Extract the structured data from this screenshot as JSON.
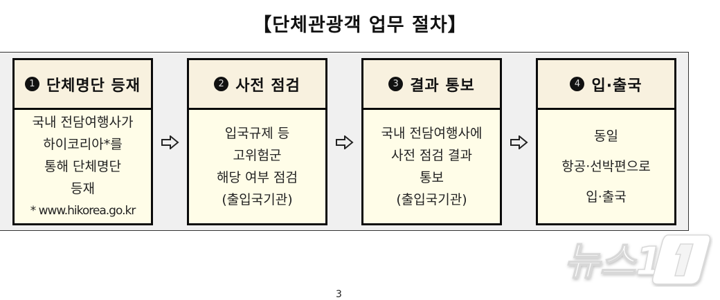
{
  "title": "【단체관광객  업무  절차】",
  "steps": [
    {
      "number": "1",
      "heading": "단체명단 등재",
      "body": [
        "국내 전담여행사가",
        "하이코리아*를",
        "통해 단체명단",
        "등재"
      ],
      "note": "* www.hikorea.go.kr"
    },
    {
      "number": "2",
      "heading": "사전 점검",
      "body": [
        "입국규제 등",
        "고위험군",
        "해당 여부 점검",
        "(출입국기관)"
      ]
    },
    {
      "number": "3",
      "heading": "결과 통보",
      "body": [
        "국내 전담여행사에",
        "사전 점검 결과",
        "통보",
        "(출입국기관)"
      ]
    },
    {
      "number": "4",
      "heading": "입·출국",
      "body": [
        "동일",
        "항공·선박편으로",
        "입·출국"
      ]
    }
  ],
  "arrows": [
    "right-arrow-icon",
    "right-arrow-icon",
    "right-arrow-icon"
  ],
  "watermark": {
    "text": "뉴스1",
    "icon": "news1-logo"
  },
  "page_number": "3",
  "colors": {
    "panel_bg": "#f0f0f0",
    "header_bg": "#f8f1df",
    "body_bg": "#fffde8",
    "border": "#0a0a0a"
  }
}
